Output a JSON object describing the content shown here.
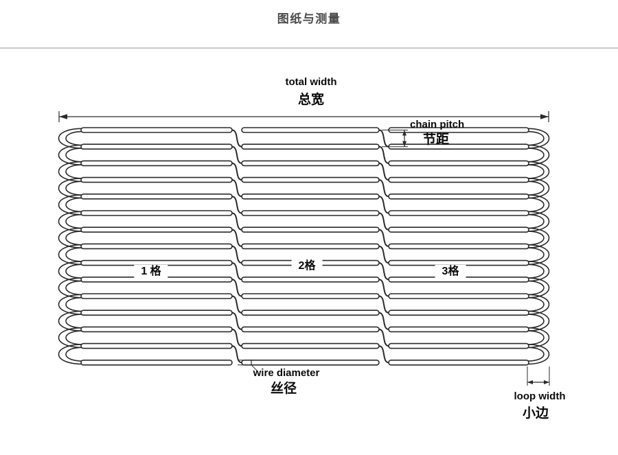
{
  "page": {
    "title": "图纸与测量"
  },
  "labels": {
    "total_width": {
      "en": "total width",
      "zh": "总宽"
    },
    "chain_pitch": {
      "en": "chain pitch",
      "zh": "节距"
    },
    "wire_diameter": {
      "en": "wire diameter",
      "zh": "丝径"
    },
    "loop_width": {
      "en": "loop width",
      "zh": "小边"
    },
    "sections": {
      "s1": "1 格",
      "s2": "2格",
      "s3": "3格"
    }
  },
  "diagram": {
    "rows": 15,
    "wire_color": "#2b2b2b"
  },
  "colors": {
    "title": "#4a4a4a",
    "divider": "#c9c9c9",
    "text": "#0a0a0a"
  }
}
